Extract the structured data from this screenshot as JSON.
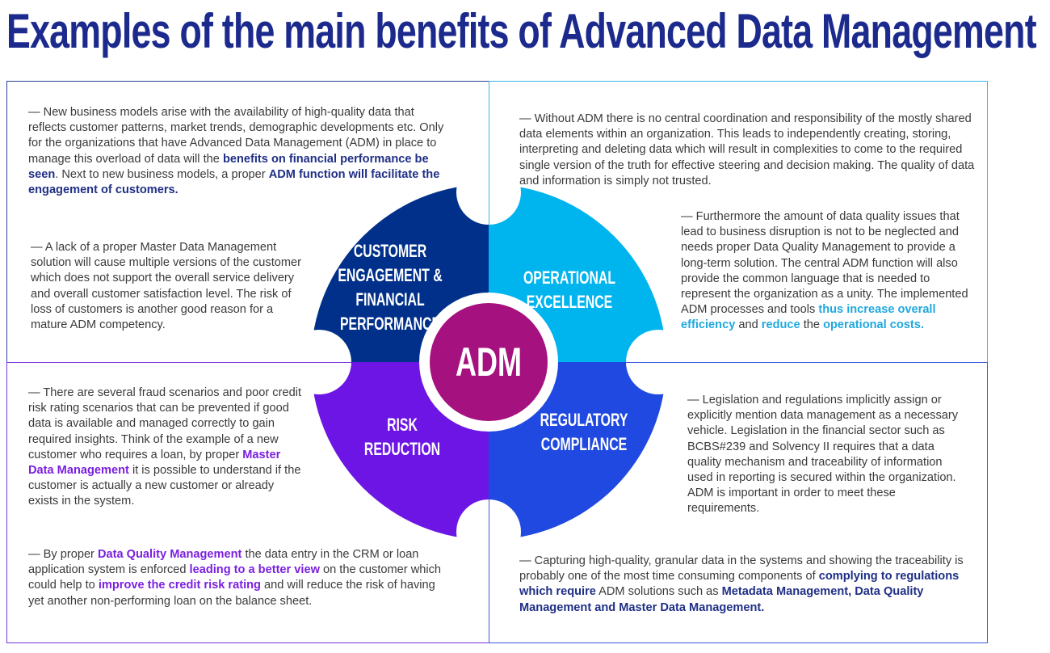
{
  "title": "Examples of the main benefits of Advanced Data Management",
  "colors": {
    "title": "#1b2a8c",
    "customer": "#00308a",
    "operational": "#00b4ee",
    "risk": "#6c15e4",
    "regulatory": "#1f49e0",
    "adm": "#a5117f"
  },
  "center": "ADM",
  "quadrants": {
    "customer": {
      "label_lines": [
        "CUSTOMER",
        "ENGAGEMENT &",
        "FINANCIAL",
        "PERFORMANCE"
      ]
    },
    "operational": {
      "label_lines": [
        "OPERATIONAL",
        "EXCELLENCE"
      ]
    },
    "risk": {
      "label_lines": [
        "RISK",
        "REDUCTION"
      ]
    },
    "regulatory": {
      "label_lines": [
        "REGULATORY",
        "COMPLIANCE"
      ]
    }
  },
  "paragraphs": {
    "tl1": [
      {
        "t": "— New business models arise with the availability of high-quality data that reflects customer patterns, market trends, demographic developments etc. Only for the organizations that have Advanced Data Management (ADM) in place to manage this overload of data will the "
      },
      {
        "t": "benefits on financial performance be seen",
        "hl": true
      },
      {
        "t": ". Next to new business models, a proper "
      },
      {
        "t": "ADM function will facilitate the engagement of customers.",
        "hl": true
      }
    ],
    "tl2": [
      {
        "t": "— A lack of a proper Master Data Management solution will cause multiple versions of the customer which does not support the overall service delivery and overall customer satisfaction level. The risk of loss of customers is another good reason for a mature ADM competency."
      }
    ],
    "tr1": [
      {
        "t": "— Without ADM there is no central coordination and responsibility of the mostly shared data elements within an organization. This leads to independently creating, storing, interpreting and deleting data which will result in complexities to come to the required single version of the truth for effective steering and decision making. The quality of data and information is simply not trusted."
      }
    ],
    "tr2": [
      {
        "t": "— Furthermore the amount of data quality issues that lead to business disruption is not to be neglected and needs proper Data Quality Management to provide a long-term solution. The central ADM function will also provide the common language that is needed to represent the organization as a unity. The implemented ADM processes and tools "
      },
      {
        "t": "thus increase overall efficiency",
        "hl": true
      },
      {
        "t": " and "
      },
      {
        "t": "reduce",
        "hl": true
      },
      {
        "t": " the "
      },
      {
        "t": "operational costs.",
        "hl": true
      }
    ],
    "bl1": [
      {
        "t": "— There are several fraud scenarios and poor credit risk rating scenarios that can be prevented if good data is available and managed correctly to gain required insights. Think of the example of a new customer who requires a loan, by proper "
      },
      {
        "t": "Master Data Management",
        "hl": true
      },
      {
        "t": " it is possible to understand if the customer is actually a new customer or already exists in the system."
      }
    ],
    "bl2": [
      {
        "t": "— By proper "
      },
      {
        "t": "Data Quality Management",
        "hl": true
      },
      {
        "t": " the data entry in the CRM or loan application system is enforced "
      },
      {
        "t": "leading to a better view",
        "hl": true
      },
      {
        "t": " on the customer which could help to "
      },
      {
        "t": "improve the credit risk rating",
        "hl": true
      },
      {
        "t": " and will reduce the risk of having yet another non-performing loan on the balance sheet."
      }
    ],
    "br1": [
      {
        "t": "— Legislation and regulations implicitly assign or explicitly mention data management as a necessary vehicle. Legislation in the financial sector such as BCBS#239 and Solvency II requires that a data quality mechanism and traceability of information used in reporting is secured within the organization. ADM is important in order to meet these requirements."
      }
    ],
    "br2": [
      {
        "t": "— Capturing high-quality, granular data in the systems and showing the traceability is probably one of the most time consuming components of "
      },
      {
        "t": "complying to regulations which require",
        "hl": true
      },
      {
        "t": " ADM solutions such as "
      },
      {
        "t": "Metadata Management, Data Quality Management and Master Data Management.",
        "hl": true
      }
    ]
  }
}
